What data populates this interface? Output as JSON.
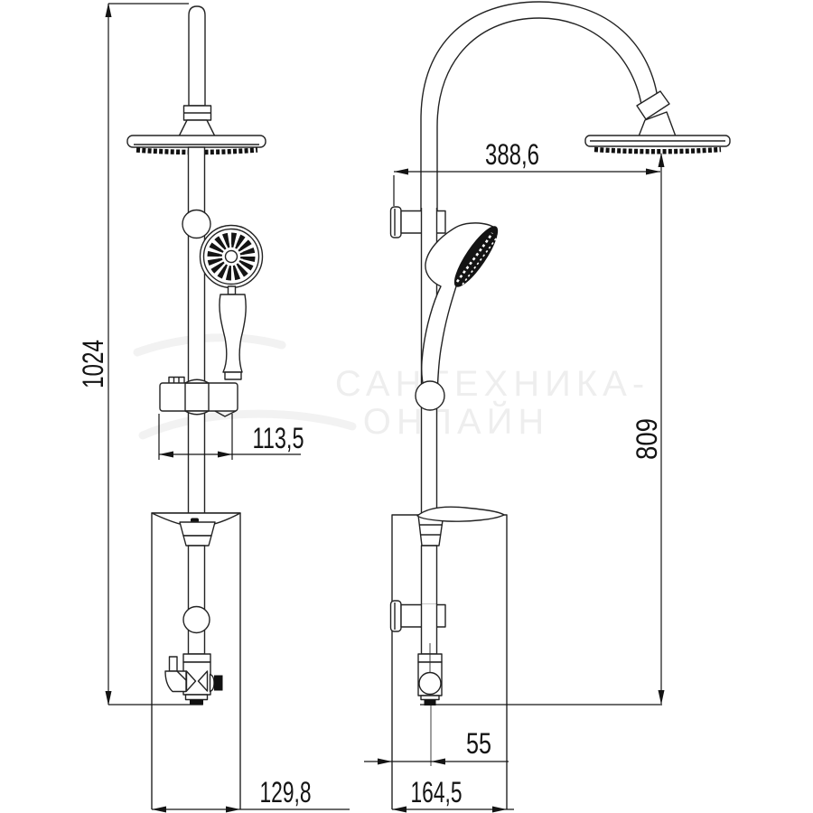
{
  "colors": {
    "background": "#ffffff",
    "line": "#222222",
    "dimension": "#141414",
    "dark_fill": "#111111"
  },
  "dimensions": {
    "total_height": "1024",
    "holder_width": "113,5",
    "front_base_width": "129,8",
    "arm_reach": "388,6",
    "bar_height": "809",
    "outlet_offset": "55",
    "side_base_width": "164,5"
  },
  "watermark": {
    "line1": "САНТЕХНИКА-",
    "line2": "ОНЛАЙН"
  }
}
